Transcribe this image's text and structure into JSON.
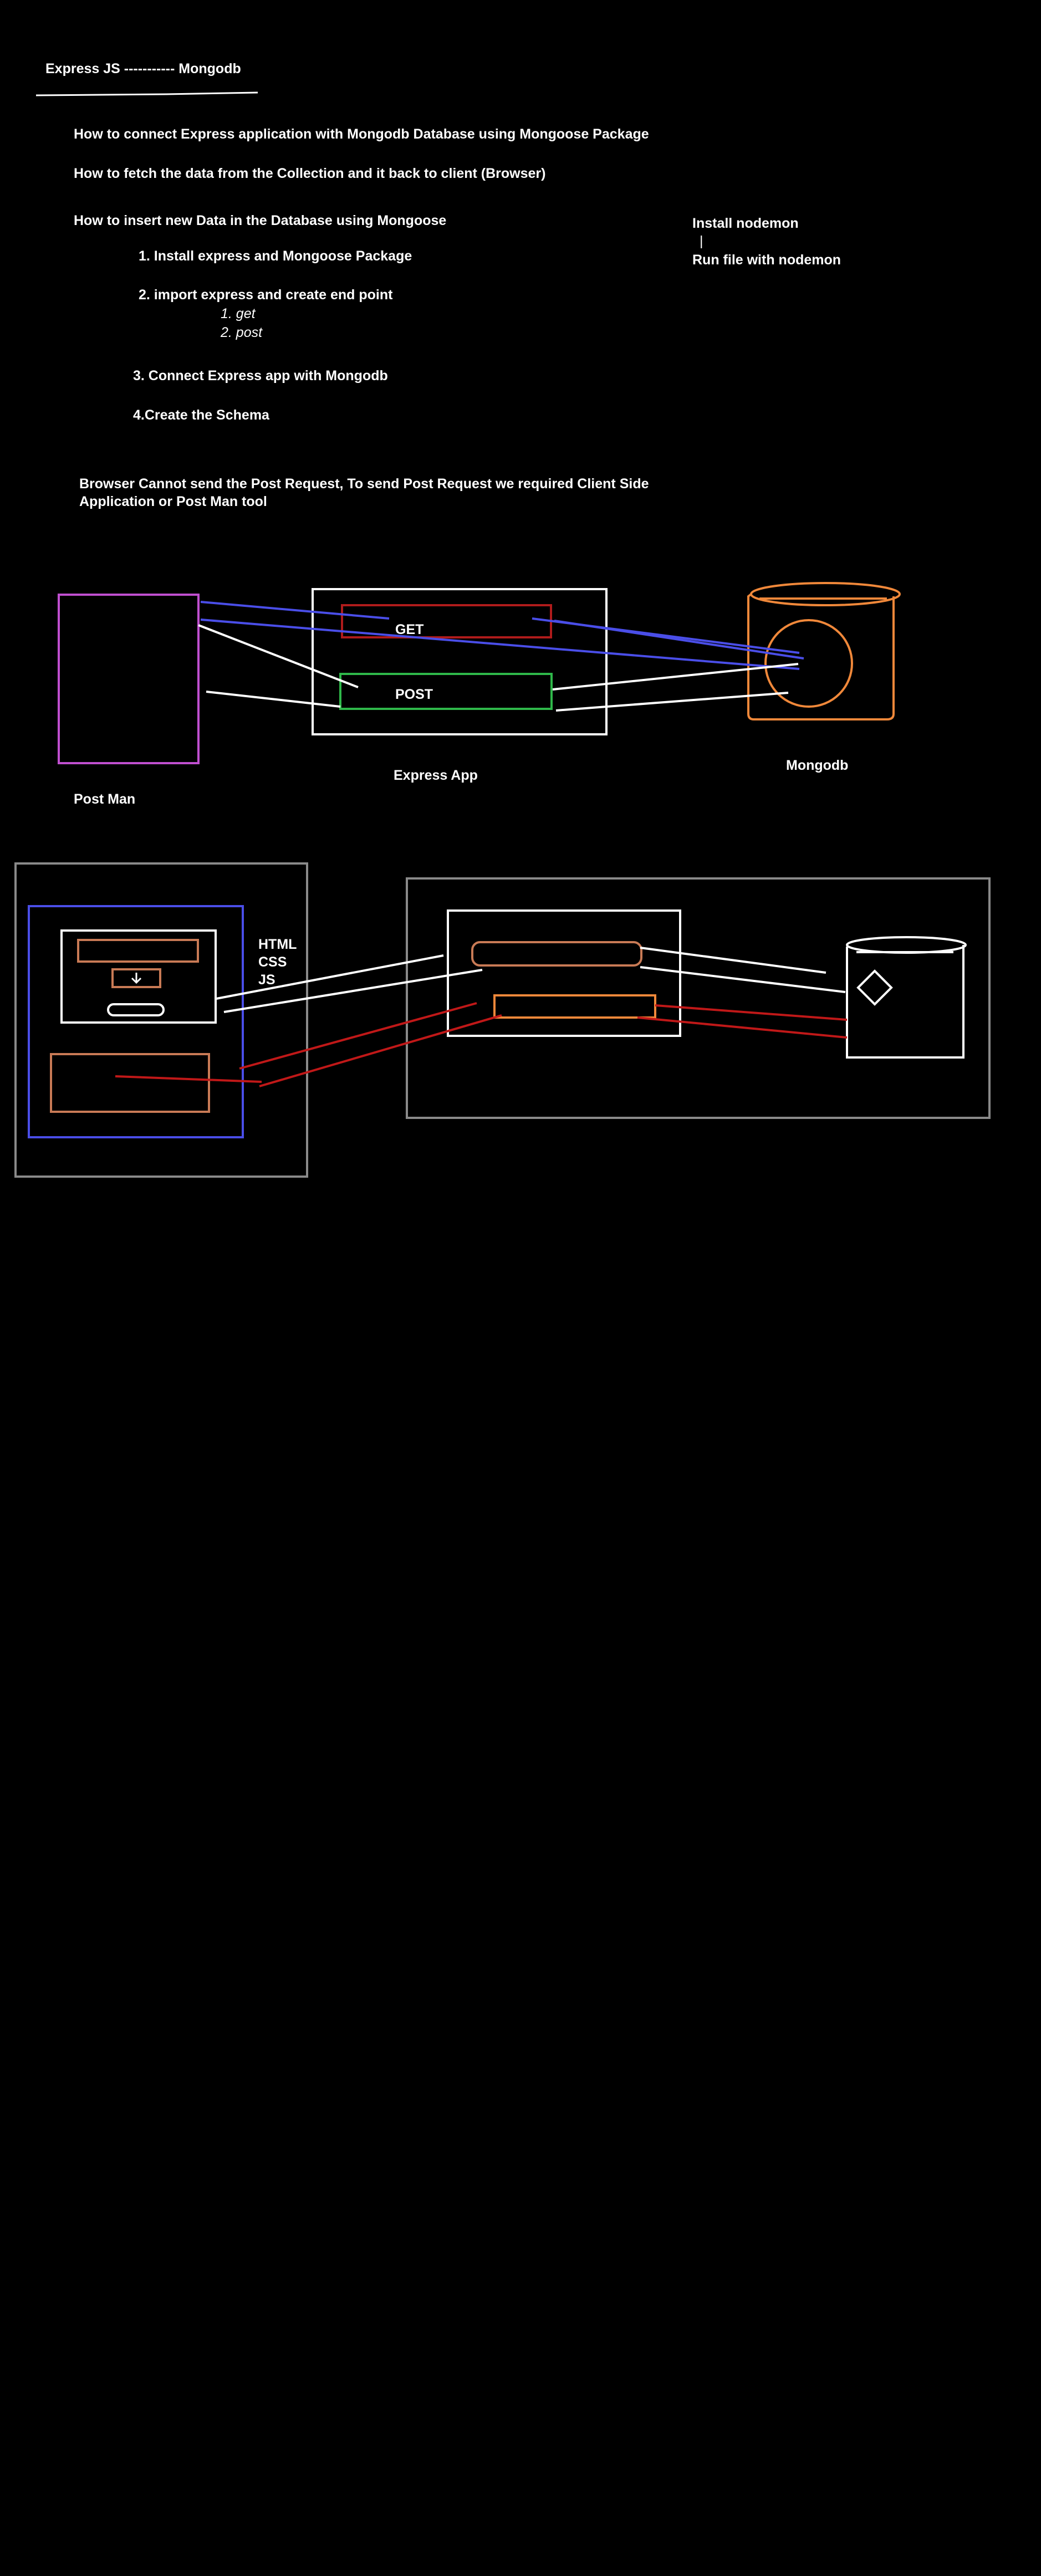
{
  "title": "Express JS ----------- Mongodb",
  "topics": [
    "How to connect Express application with Mongodb Database using Mongoose Package",
    "How to fetch the data from the Collection and it back to client (Browser)",
    "How to insert new Data in the Database using Mongoose"
  ],
  "steps": {
    "step1": "1. Install express and Mongoose Package",
    "step2": "2. import express and create end point",
    "step2_sub": [
      "1. get",
      "2. post"
    ],
    "step3": "3. Connect Express app with Mongodb",
    "step4": "4.Create the Schema"
  },
  "nodemon": {
    "install": "Install nodemon",
    "bar": "|",
    "run": "Run file with nodemon"
  },
  "note": {
    "line1": "Browser Cannot send the Post Request, To send Post Request we required Client Side",
    "line2": "Application or Post Man tool"
  },
  "diagram1": {
    "get_label": "GET",
    "post_label": "POST",
    "express_label": "Express App",
    "mongodb_label": "Mongodb",
    "postman_label": "Post Man"
  },
  "diagram2": {
    "tech_labels": [
      "HTML",
      "CSS",
      "JS"
    ]
  },
  "colors": {
    "background": "#000000",
    "text": "#ffffff",
    "postman_box": "#c04fd0",
    "get_box": "#b01b1b",
    "post_box": "#2fb84a",
    "blue_link": "#4a4ee8",
    "mongodb": "#f0883a",
    "gray_frame": "#8a8a8a",
    "red_link": "#c01818",
    "brown_box": "#c87a55"
  }
}
